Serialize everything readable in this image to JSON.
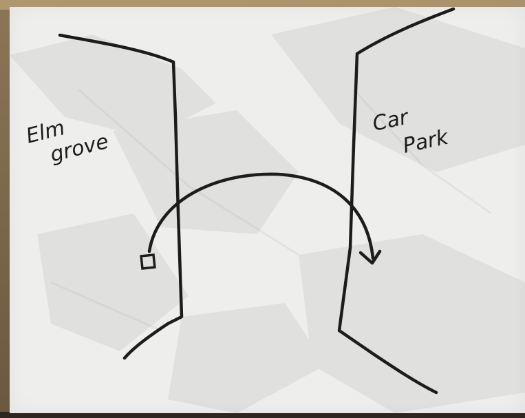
{
  "labels": {
    "left_area": [
      "Elm",
      "grove"
    ],
    "right_area": [
      "Car",
      "Park"
    ]
  },
  "icons": {
    "start_marker": "square-marker-icon",
    "path_arrow": "curved-arrow-icon"
  },
  "colors": {
    "ink": "#1c1c1c",
    "paper": "#eeeeed",
    "table": "#5a4a38"
  }
}
